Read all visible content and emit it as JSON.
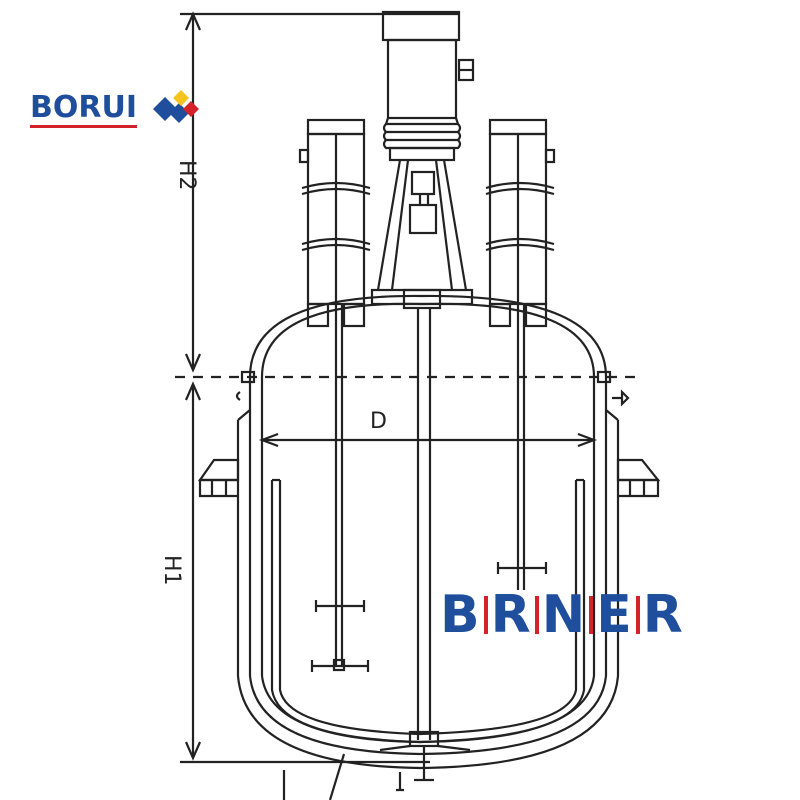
{
  "logos": {
    "top_brand": "BORUI",
    "watermark_parts": [
      "B",
      "R",
      "N",
      "E",
      "R"
    ]
  },
  "dimensions": {
    "diameter_label": "D",
    "h2_label": "H2",
    "h1_label": "H1"
  },
  "colors": {
    "brand_blue": "#1f4e9c",
    "brand_red": "#d3232a",
    "brand_yellow": "#f4c31d",
    "line": "#222222"
  }
}
